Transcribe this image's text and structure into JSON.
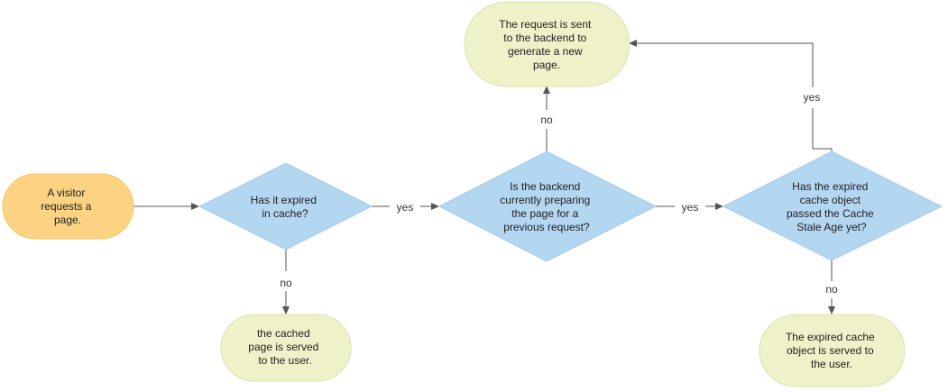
{
  "nodes": {
    "start": {
      "lines": [
        "A visitor",
        "requests a",
        "page."
      ],
      "fill": "#fcd383",
      "stroke": "#f6c66f"
    },
    "expired_check": {
      "lines": [
        "Has it expired",
        "in cache?"
      ],
      "fill": "#b3d6f1",
      "stroke": "#a6cdea"
    },
    "cached_served": {
      "lines": [
        "the cached",
        "page is served",
        "to the user."
      ],
      "fill": "#eff1c9",
      "stroke": "#d7e4b0"
    },
    "backend_check": {
      "lines": [
        "Is the backend",
        "currently preparing",
        "the page for a",
        "previous request?"
      ],
      "fill": "#b3d6f1",
      "stroke": "#a6cdea"
    },
    "request_sent": {
      "lines": [
        "The request is sent",
        "to the backend to",
        "generate a new",
        "page."
      ],
      "fill": "#eff1c9",
      "stroke": "#d7e4b0"
    },
    "stale_check": {
      "lines": [
        "Has the expired",
        "cache object",
        "passed the Cache",
        "Stale Age yet?"
      ],
      "fill": "#b3d6f1",
      "stroke": "#a6cdea"
    },
    "expired_served": {
      "lines": [
        "The expired cache",
        "object is served to",
        "the user."
      ],
      "fill": "#eff1c9",
      "stroke": "#d7e4b0"
    }
  },
  "edges": {
    "expired_yes": "yes",
    "expired_no": "no",
    "backend_yes": "yes",
    "backend_no": "no",
    "stale_yes": "yes",
    "stale_no": "no"
  }
}
